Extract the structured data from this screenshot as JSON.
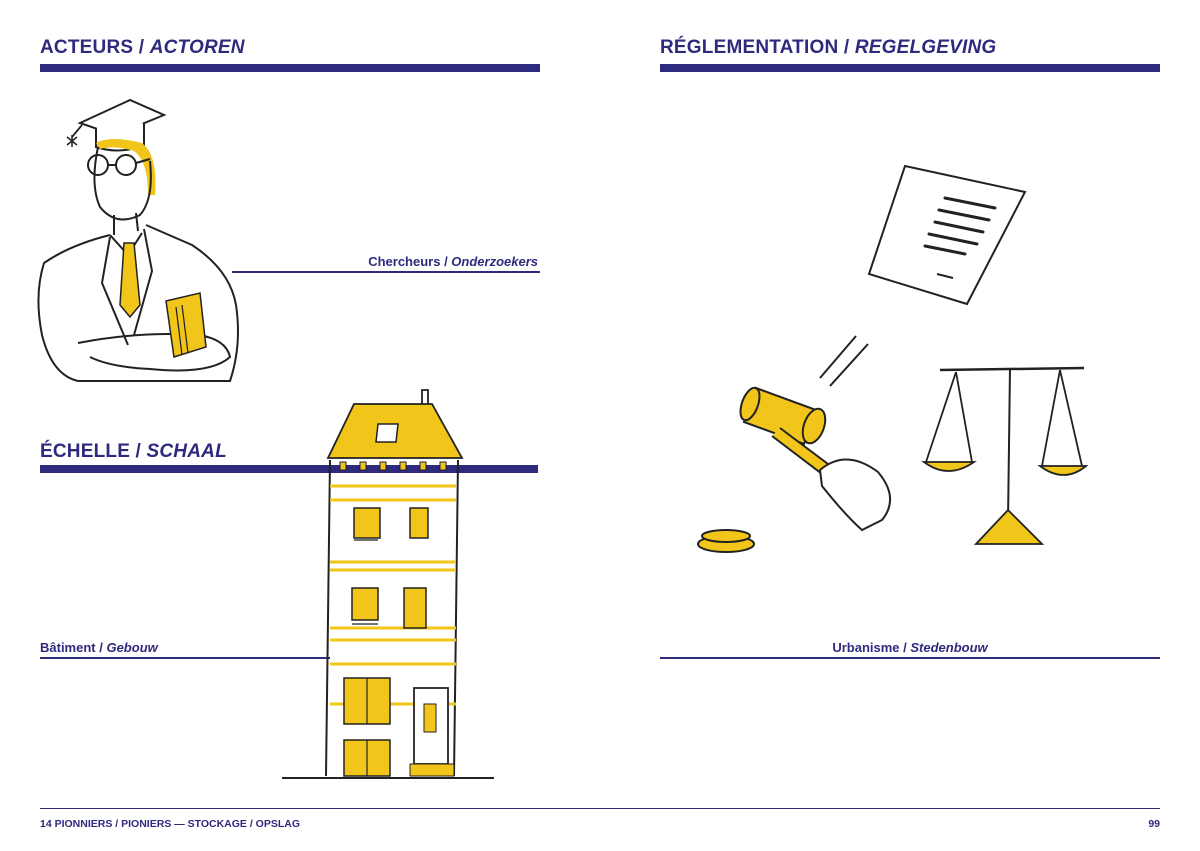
{
  "left_page": {
    "acteurs": {
      "title_fr": "ACTEURS",
      "sep": " / ",
      "title_nl": "ACTOREN",
      "caption_fr": "Chercheurs",
      "caption_sep": " / ",
      "caption_nl": "Onderzoekers"
    },
    "echelle": {
      "title_fr": "ÉCHELLE",
      "sep": " / ",
      "title_nl": "SCHAAL",
      "caption_fr": "Bâtiment",
      "caption_sep": " / ",
      "caption_nl": "Gebouw"
    }
  },
  "right_page": {
    "reglementation": {
      "title_fr": "RÉGLEMENTATION",
      "sep": " / ",
      "title_nl": "REGELGEVING",
      "caption_fr": "Urbanisme",
      "caption_sep": " / ",
      "caption_nl": "Stedenbouw"
    }
  },
  "footer": {
    "left_text": "14 PIONNIERS / PIONIERS — STOCKAGE / OPSLAG",
    "page_number": "99"
  },
  "colors": {
    "navy": "#2e2a7e",
    "yellow": "#f2c51a",
    "ink": "#222222"
  },
  "icons": [
    "researcher-illustration",
    "building-illustration",
    "document-icon",
    "gavel-icon",
    "scales-icon"
  ]
}
